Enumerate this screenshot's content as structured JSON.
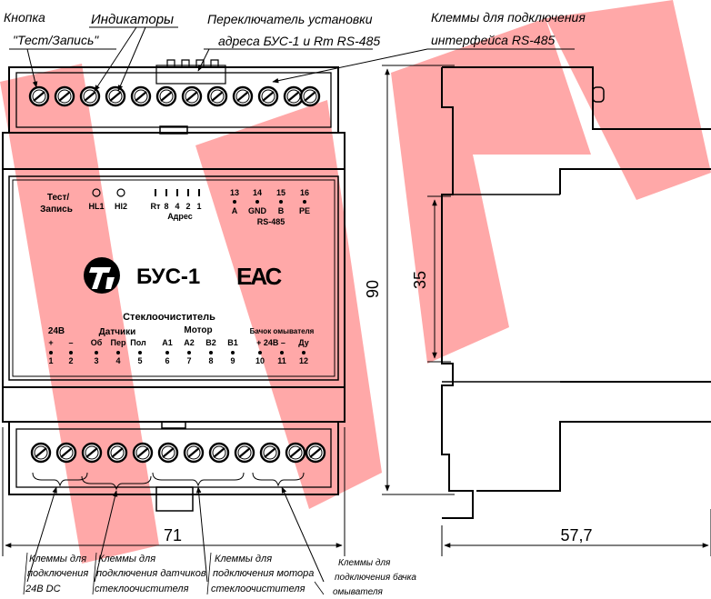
{
  "callouts_top": {
    "button_line1": "Кнопка",
    "button_line2": "\"Тест/Запись\"",
    "indicators": "Индикаторы",
    "switch_line1": "Переключатель установки",
    "switch_line2": "адреса БУС-1 и Rт RS-485",
    "rs485_line1": "Клеммы для подключения",
    "rs485_line2": "интерфейса RS-485"
  },
  "front_panel": {
    "test_line1": "Тест/",
    "test_line2": "Запись",
    "hl1": "HL1",
    "hl2": "Hl2",
    "switch_labels": [
      "Rт",
      "8",
      "4",
      "2",
      "1"
    ],
    "address": "Адрес",
    "rs485_nums": [
      "13",
      "14",
      "15",
      "16"
    ],
    "rs485_names": [
      "A",
      "GND",
      "B",
      "PE"
    ],
    "rs485_title": "RS-485",
    "brand": "БУС-1",
    "eac": "ЕАС",
    "product": "Стеклоочиститель",
    "group_24v": "24В",
    "group_sensors": "Датчики",
    "group_motor": "Мотор",
    "group_tank": "Бачок омывателя",
    "term_names": [
      "+",
      "–",
      "Об",
      "Пер",
      "Пол",
      "A1",
      "A2",
      "B2",
      "B1",
      "+ 24В –",
      "Ду"
    ],
    "term_nums": [
      "1",
      "2",
      "3",
      "4",
      "5",
      "6",
      "7",
      "8",
      "9",
      "10",
      "11",
      "12"
    ]
  },
  "dimensions": {
    "height": "90",
    "rail": "35",
    "width": "71",
    "depth": "57,7"
  },
  "callouts_bottom": {
    "power_l1": "Клеммы для",
    "power_l2": "подключения",
    "power_l3": "24В DC",
    "sensors_l1": "Клеммы для",
    "sensors_l2": "подключения датчиков",
    "sensors_l3": "стеклоочистителя",
    "motor_l1": "Клеммы для",
    "motor_l2": "подключения мотора",
    "motor_l3": "стеклоочистителя",
    "tank_l1": "Клеммы для",
    "tank_l2": "подключения бачка",
    "tank_l3": "омывателя"
  },
  "colors": {
    "watermark": "#ff9f9f",
    "line": "#000000"
  }
}
